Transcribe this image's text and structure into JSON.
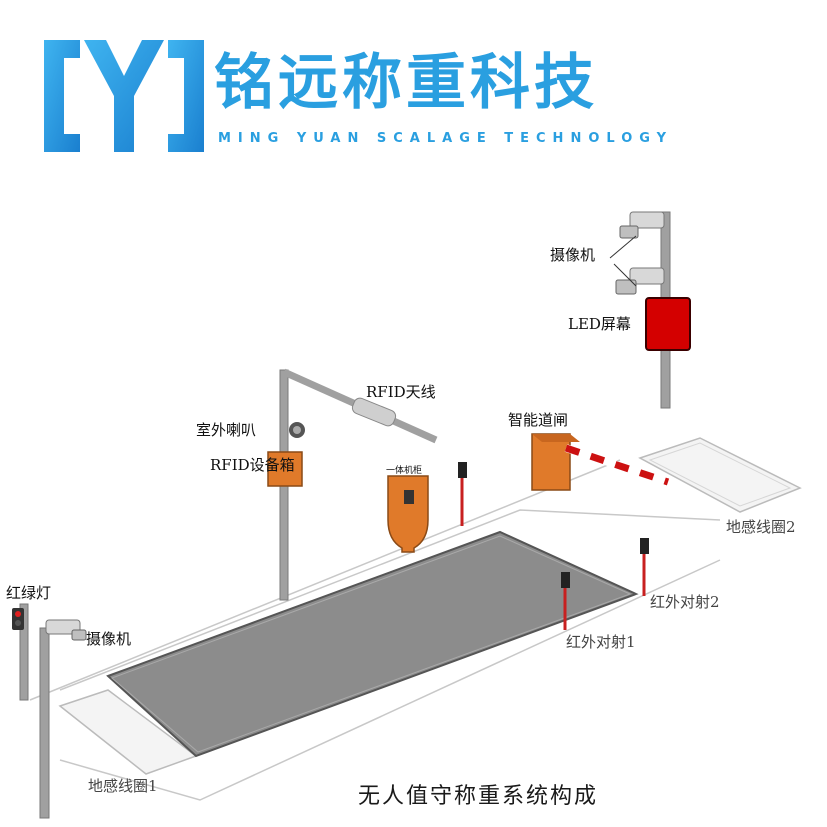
{
  "brand": {
    "name_cn": "铭远称重科技",
    "name_en": "MING YUAN SCALAGE TECHNOLOGY",
    "color": "#2a9fe0"
  },
  "diagram": {
    "caption": "无人值守称重系统构成",
    "labels": {
      "camera_top": "摄像机",
      "led_screen": "LED屏幕",
      "rfid_antenna": "RFID天线",
      "outdoor_speaker": "室外喇叭",
      "rfid_box": "RFID设备箱",
      "kiosk": "一体机柜",
      "barrier_gate": "智能道闸",
      "loop_coil_2": "地感线圈2",
      "traffic_light": "红绿灯",
      "camera_bottom": "摄像机",
      "infrared_2": "红外对射2",
      "infrared_1": "红外对射1",
      "loop_coil_1": "地感线圈1"
    },
    "icons": [
      "camera-icon",
      "speaker-icon",
      "traffic-light-icon",
      "infrared-sensor-icon"
    ],
    "colors": {
      "platform": "#888888",
      "pole": "#9a9a9a",
      "orange_equipment": "#e07a2a",
      "led_red": "#d40000",
      "barrier_red": "#cc1111",
      "sensor_red": "#c82020"
    }
  }
}
